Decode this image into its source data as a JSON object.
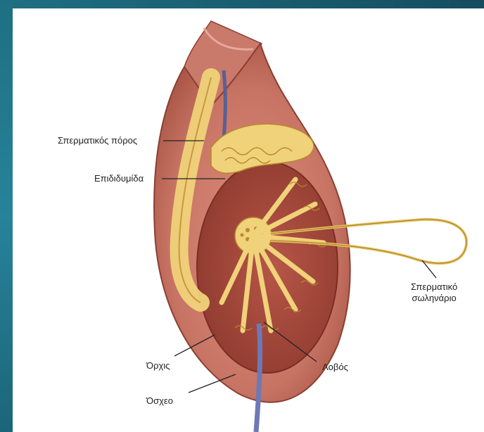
{
  "labels": {
    "vas_deferens": "Σπερματικός πόρος",
    "epididymis": "Επιδιδυμίδα",
    "seminiferous_tubule_line1": "Σπερματικό",
    "seminiferous_tubule_line2": "σωληνάριο",
    "testis": "Όρχις",
    "lobule": "Λοβός",
    "scrotum": "Όσχεο"
  },
  "colors": {
    "frame": "#1e6f82",
    "outer_tissue": "#c8796a",
    "inner_tissue": "#a8463a",
    "tubule": "#e8c463",
    "vessel": "#6f78b4"
  }
}
